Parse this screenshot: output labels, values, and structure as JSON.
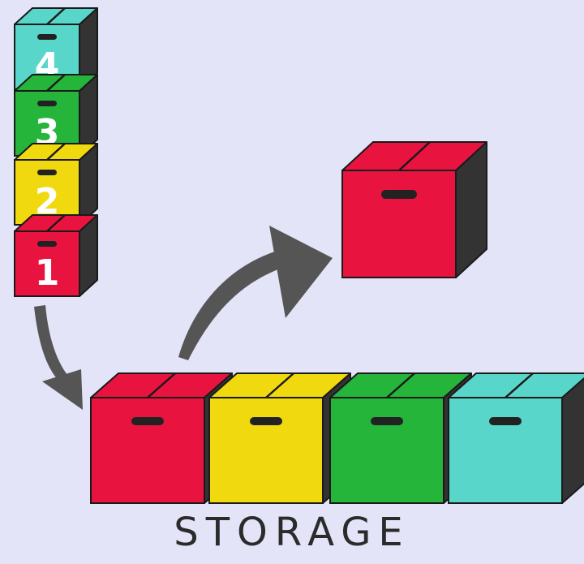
{
  "colors": {
    "background": "#e3e4f8",
    "red": "#e8133f",
    "yellow": "#f0d90e",
    "green": "#24b53a",
    "teal": "#58d6c9",
    "side": "#333333",
    "arrow": "#555555"
  },
  "stack": {
    "boxes": [
      {
        "number": "4",
        "color": "teal"
      },
      {
        "number": "3",
        "color": "green"
      },
      {
        "number": "2",
        "color": "yellow"
      },
      {
        "number": "1",
        "color": "red"
      }
    ]
  },
  "storage": {
    "label": "STORAGE",
    "boxes": [
      {
        "color": "red"
      },
      {
        "color": "yellow"
      },
      {
        "color": "green"
      },
      {
        "color": "teal"
      }
    ]
  },
  "retrieved": {
    "color": "red"
  },
  "arrows": [
    {
      "name": "arrow-stack-to-storage",
      "icon": "curved-arrow-down-right"
    },
    {
      "name": "arrow-storage-to-retrieved",
      "icon": "curved-arrow-up-right"
    }
  ]
}
